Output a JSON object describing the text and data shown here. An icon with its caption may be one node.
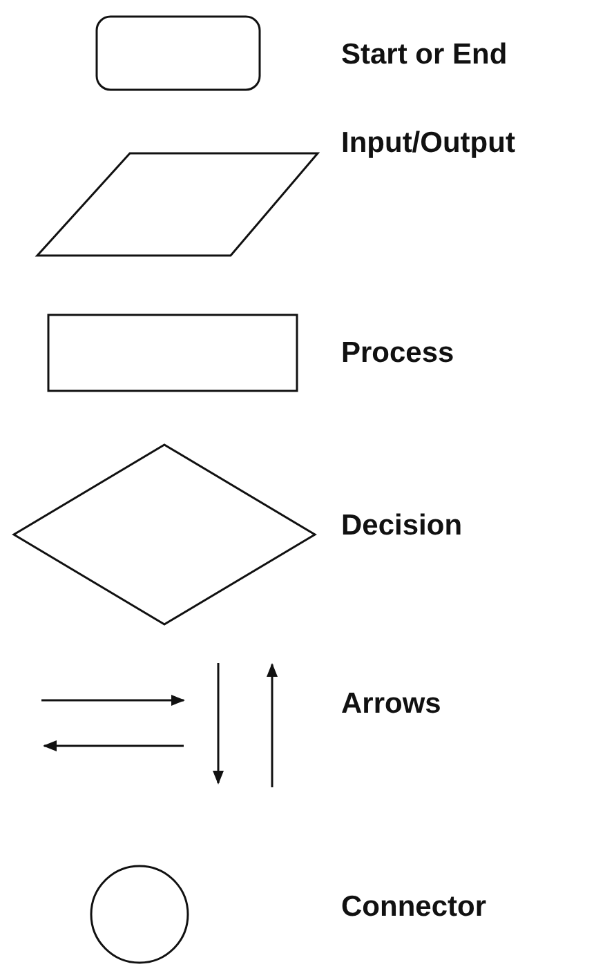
{
  "diagram": {
    "legend": [
      {
        "text": "Start or End"
      },
      {
        "text": "Input/Output"
      },
      {
        "text": "Process"
      },
      {
        "text": "Decision"
      },
      {
        "text": "Arrows"
      },
      {
        "text": "Connector"
      }
    ]
  }
}
